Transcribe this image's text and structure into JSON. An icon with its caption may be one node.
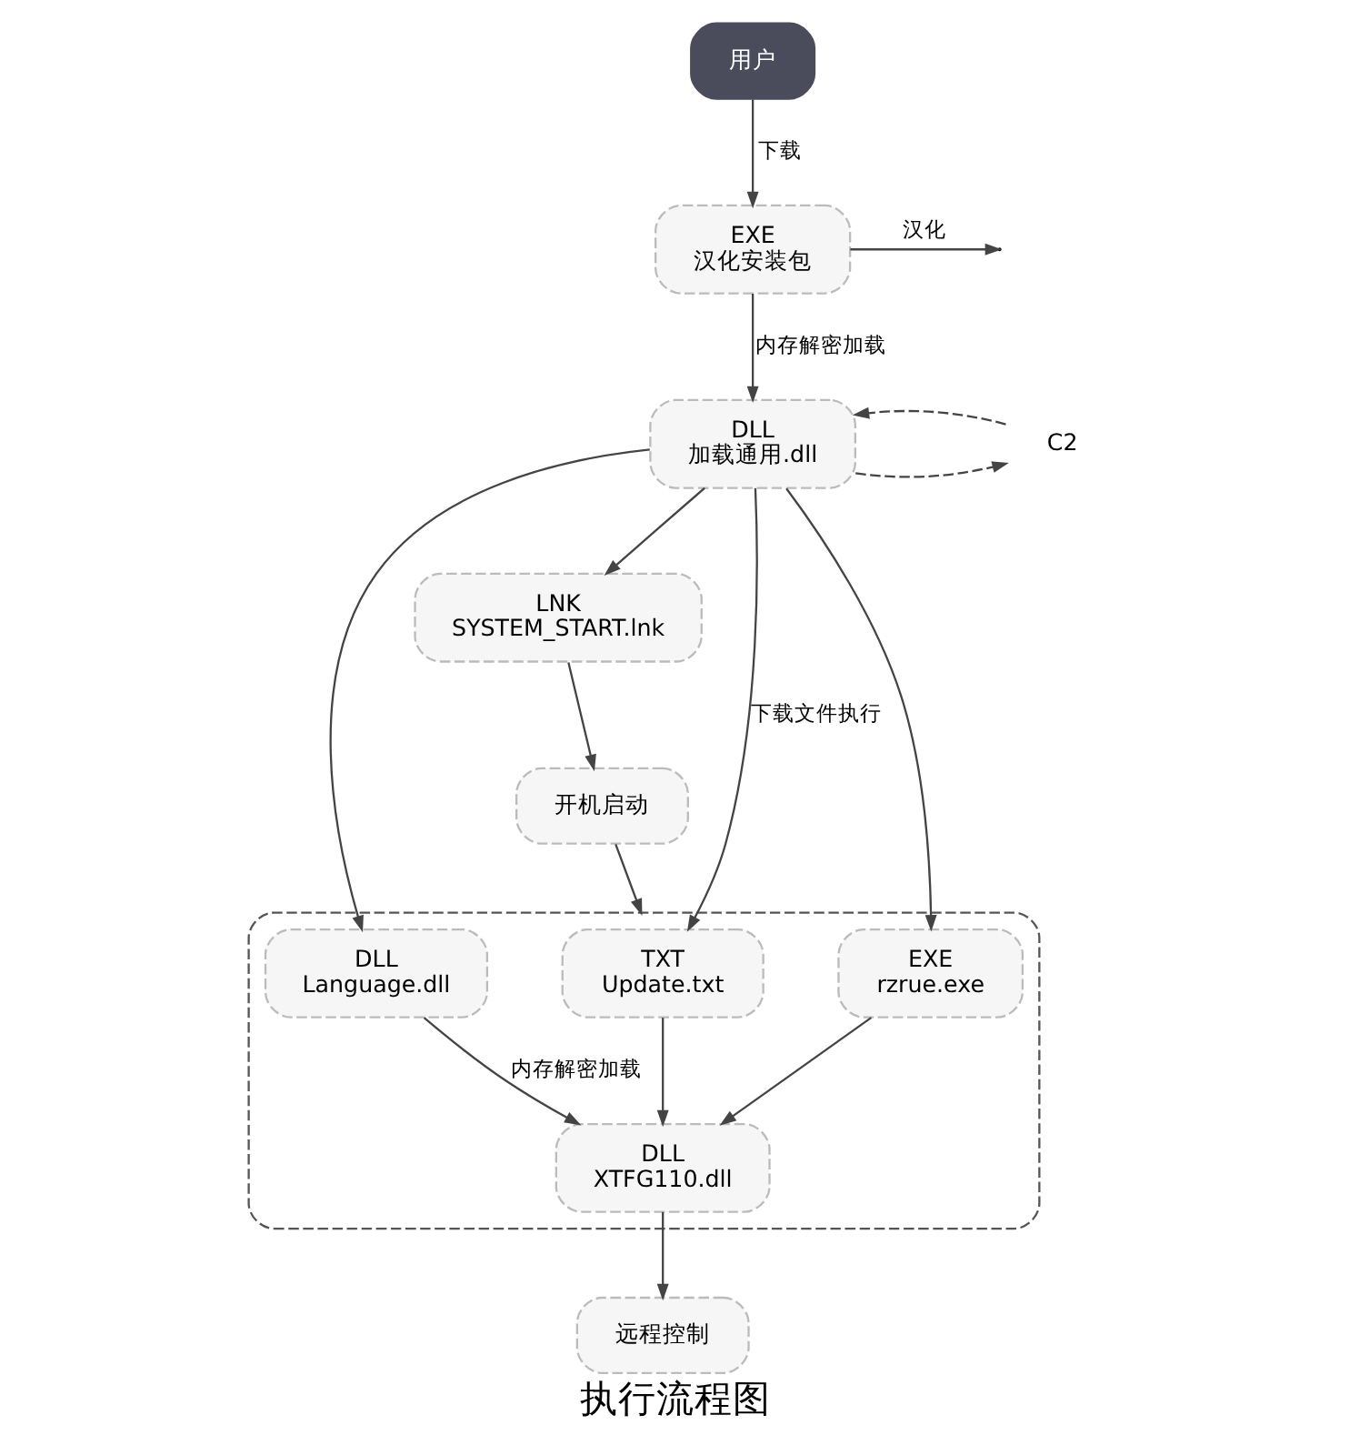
{
  "diagram": {
    "caption": "执行流程图",
    "nodes": [
      {
        "text": [
          "用户"
        ]
      },
      {
        "text": [
          "EXE",
          "汉化安装包"
        ]
      },
      {
        "text": [
          "DLL",
          "加载通用.dll"
        ]
      },
      {
        "text": [
          "C2"
        ]
      },
      {
        "text": [],
        "shape": "box"
      },
      {
        "text": [
          "TXT",
          "Update.txt"
        ],
        "in": 4
      },
      {
        "text": [
          "DLL",
          "Language.dll"
        ],
        "in": 4
      },
      {
        "text": [
          "EXE",
          "rzrue.exe"
        ],
        "in": 4
      },
      {
        "text": [
          "LNK",
          "SYSTEM_START.lnk"
        ]
      },
      {
        "text": [
          "开机启动"
        ]
      },
      {
        "text": [
          "DLL",
          "XTFG110.dll"
        ],
        "in": 4
      },
      {
        "text": [
          "远程控制"
        ]
      }
    ],
    "edges": [
      {
        "from": 0,
        "to": 1,
        "arrow": "to",
        "label": "下载"
      },
      {
        "from": 1,
        "to": 2,
        "arrow": "to",
        "label": "内存解密加载"
      },
      {
        "from": 1,
        "to": null,
        "arrow": "to",
        "label": "汉化"
      },
      {
        "from": 2,
        "to": 3,
        "arrow": "to",
        "style": "dashed"
      },
      {
        "from": 3,
        "to": 2,
        "arrow": "to",
        "style": "dashed"
      },
      {
        "from": 2,
        "to": 5,
        "arrow": "to",
        "label": "下载文件执行"
      },
      {
        "from": 2,
        "to": 6,
        "arrow": "to"
      },
      {
        "from": 2,
        "to": 7,
        "arrow": "to"
      },
      {
        "from": 2,
        "to": 8,
        "arrow": "to"
      },
      {
        "from": 5,
        "to": 10,
        "arrow": "to"
      },
      {
        "from": 6,
        "to": 10,
        "arrow": "to",
        "label": "内存解密加载"
      },
      {
        "from": 7,
        "to": 10,
        "arrow": "to"
      },
      {
        "from": 8,
        "to": 9,
        "arrow": "to"
      },
      {
        "from": 9,
        "to": 4,
        "arrow": "to"
      },
      {
        "from": 10,
        "to": 11,
        "arrow": "to"
      }
    ]
  }
}
